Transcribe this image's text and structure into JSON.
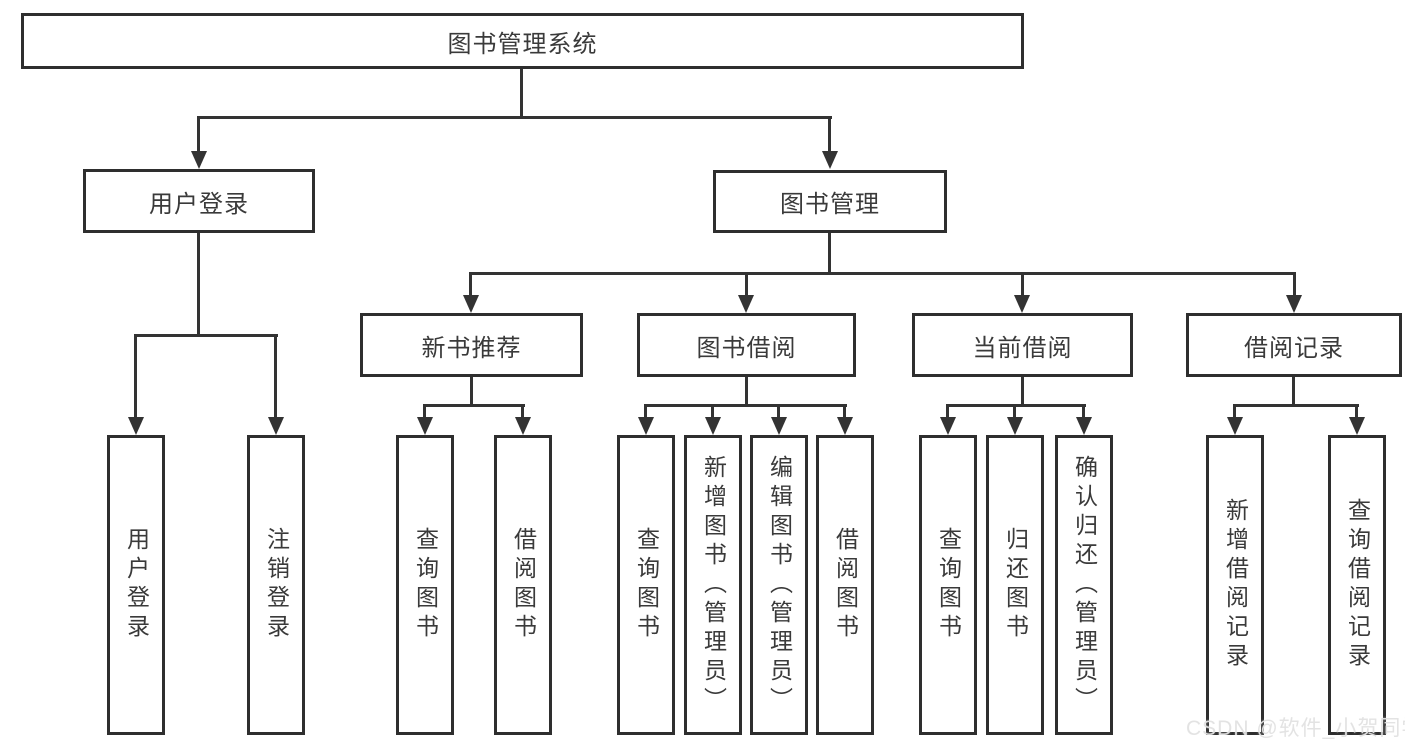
{
  "diagram_title": "图书管理系统",
  "tree": {
    "label": "图书管理系统",
    "children": [
      {
        "label": "用户登录",
        "children": [
          {
            "label": "用户登录"
          },
          {
            "label": "注销登录"
          }
        ]
      },
      {
        "label": "图书管理",
        "children": [
          {
            "label": "新书推荐",
            "children": [
              {
                "label": "查询图书"
              },
              {
                "label": "借阅图书"
              }
            ]
          },
          {
            "label": "图书借阅",
            "children": [
              {
                "label": "查询图书"
              },
              {
                "label": "新增图书（管理员）"
              },
              {
                "label": "编辑图书（管理员）"
              },
              {
                "label": "借阅图书"
              }
            ]
          },
          {
            "label": "当前借阅",
            "children": [
              {
                "label": "查询图书"
              },
              {
                "label": "归还图书"
              },
              {
                "label": "确认归还（管理员）"
              }
            ]
          },
          {
            "label": "借阅记录",
            "children": [
              {
                "label": "新增借阅记录"
              },
              {
                "label": "查询借阅记录"
              }
            ]
          }
        ]
      }
    ]
  },
  "watermark": {
    "text": "CSDN @软件_小贺同学"
  },
  "colors": {
    "background": "#ffffff",
    "box_border": "#2e2e2e",
    "line": "#333333",
    "text": "#3a3a3a",
    "watermark": "#e1e1e1"
  }
}
